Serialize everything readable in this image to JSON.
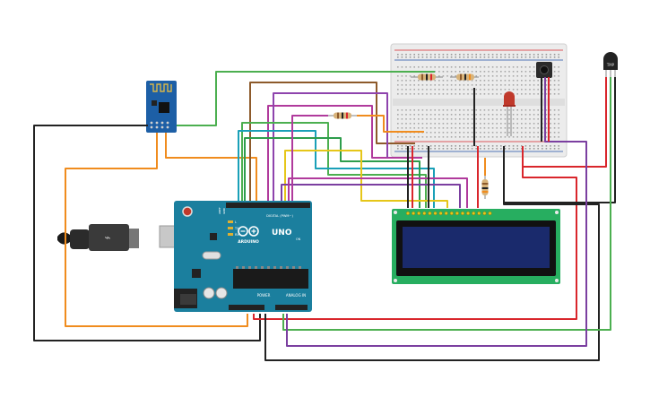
{
  "arduino": {
    "logo_text": "ARDUINO",
    "model": "UNO",
    "digital_header": "DIGITAL (PWM~)",
    "power_header": "POWER",
    "analog_header": "ANALOG IN",
    "aref_label": "AREF",
    "gnd_label": "GND",
    "tx_label": "TX",
    "rx_label": "RX",
    "on_label": "ON",
    "l_label": "L",
    "board_color": "#1b7f9e"
  },
  "temp_sensor": {
    "label": "TMP"
  },
  "lcd": {
    "board_color": "#27ae60",
    "screen_color": "#1a2a6c"
  },
  "wire_colors": {
    "green": "#4caf50",
    "orange": "#f08c1e",
    "brown": "#8d5a2b",
    "magenta": "#b03a9c",
    "purple": "#7b3fa0",
    "teal": "#1aa0b8",
    "yellow": "#e6c619",
    "red": "#d9262c",
    "black": "#222222"
  }
}
